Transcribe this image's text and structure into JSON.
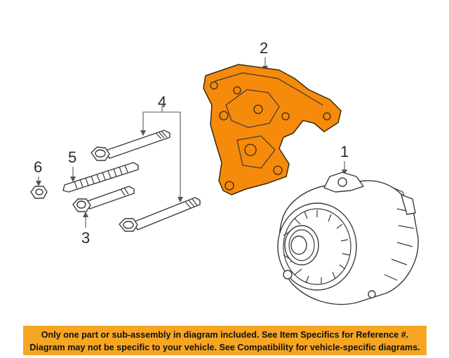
{
  "callouts": {
    "c1": "1",
    "c2": "2",
    "c3": "3",
    "c4": "4",
    "c5": "5",
    "c6": "6"
  },
  "colors": {
    "highlight": "#f58a0b",
    "banner": "#f6a623"
  },
  "notice": {
    "line1": "Only one part or sub-assembly in diagram included. See Item Specifics for Reference #.",
    "line2": "Diagram may not be specific to your vehicle. See Compatibility for vehicle-specific diagrams."
  }
}
